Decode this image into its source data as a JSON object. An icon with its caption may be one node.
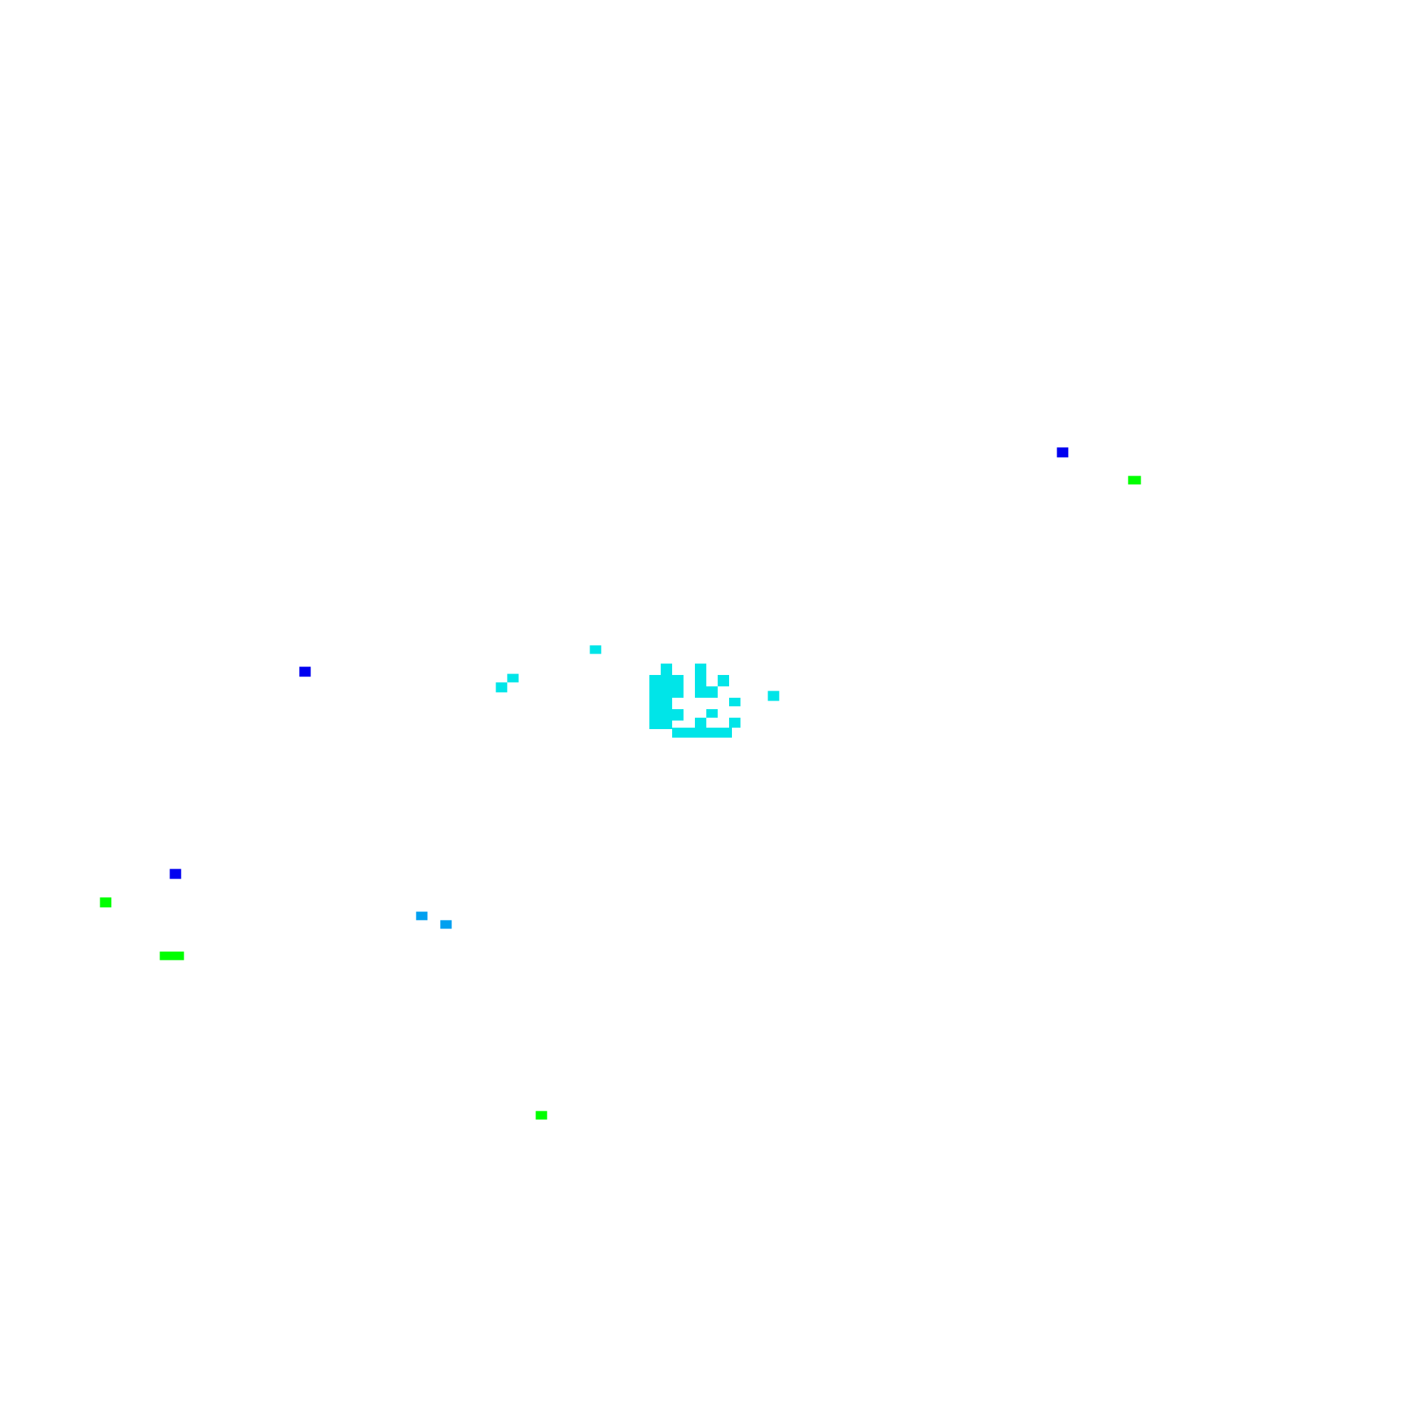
{
  "diagram": {
    "nodes": [
      {
        "text": [],
        "shape": "box"
      },
      {
        "text": [],
        "shape": "box"
      },
      {
        "text": [],
        "shape": "box"
      },
      {
        "text": [],
        "shape": "box"
      },
      {
        "text": [],
        "shape": "box"
      },
      {
        "text": [],
        "shape": "box"
      },
      {
        "text": [],
        "shape": "picture"
      },
      {
        "text": [],
        "shape": "box"
      },
      {
        "text": [],
        "shape": "box"
      },
      {
        "text": [],
        "shape": "box"
      },
      {
        "text": [],
        "shape": "box"
      },
      {
        "text": [],
        "shape": "box"
      },
      {
        "text": [],
        "shape": "box"
      },
      {
        "text": [],
        "shape": "box"
      }
    ]
  }
}
